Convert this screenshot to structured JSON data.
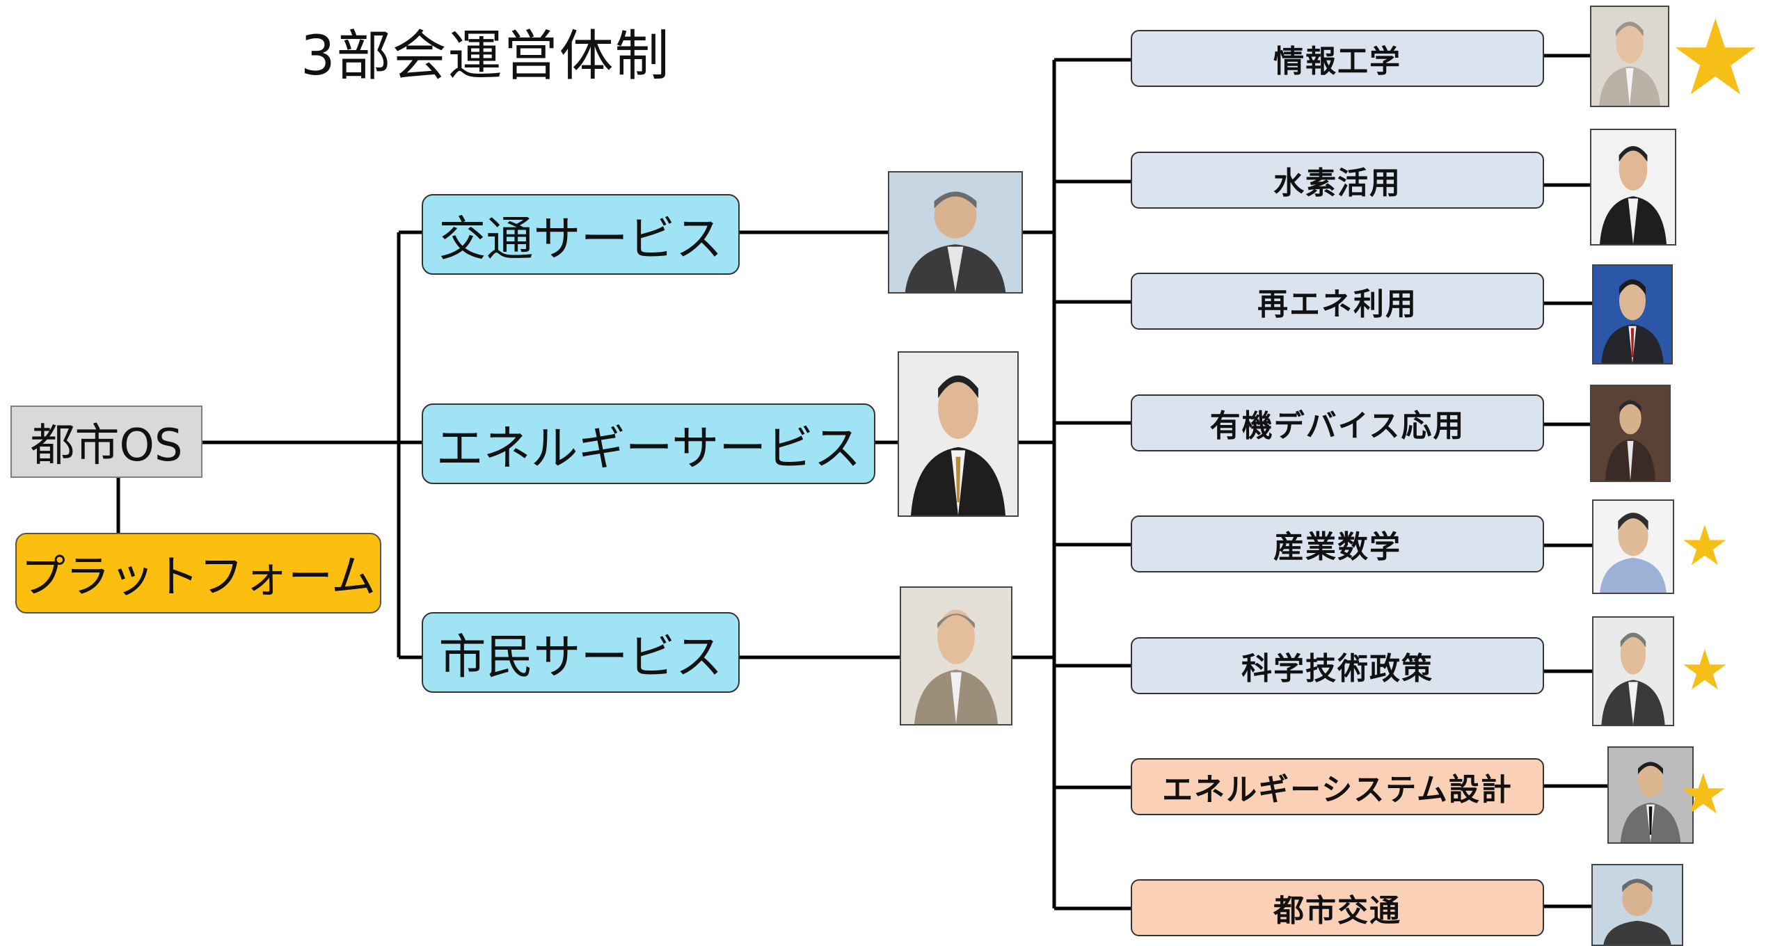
{
  "title": "3部会運営体制",
  "root": {
    "label": "都市OS"
  },
  "platform": {
    "label": "プラットフォーム"
  },
  "services": [
    {
      "label": "交通サービス"
    },
    {
      "label": "エネルギーサービス"
    },
    {
      "label": "市民サービス"
    }
  ],
  "labs": [
    {
      "label": "情報工学",
      "starred": true
    },
    {
      "label": "水素活用",
      "starred": false
    },
    {
      "label": "再エネ利用",
      "starred": false
    },
    {
      "label": "有機デバイス応用",
      "starred": false
    },
    {
      "label": "産業数学",
      "starred": true
    },
    {
      "label": "科学技術政策",
      "starred": true
    },
    {
      "label": "エネルギーシステム設計",
      "starred": true
    },
    {
      "label": "都市交通",
      "starred": false
    }
  ],
  "star_glyph": "★",
  "colors": {
    "root_fill": "#d9d9d9",
    "platform_fill": "#fdbf0f",
    "service_fill": "#9fe3f5",
    "lab_blue_fill": "#dbe3ef",
    "lab_orange_fill": "#fad1b6",
    "star": "#f6bf17",
    "connector": "#000000"
  }
}
